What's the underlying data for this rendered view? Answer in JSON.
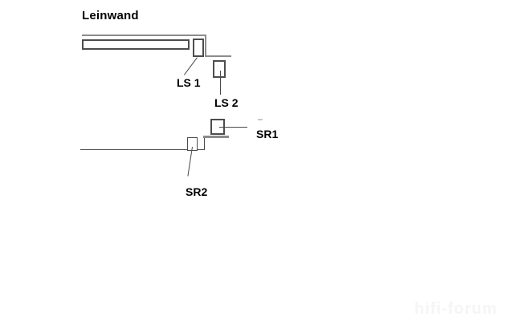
{
  "diagram": {
    "title": "Leinwand",
    "labels": {
      "ls1": "LS 1",
      "ls2": "LS 2",
      "sr1": "SR1",
      "sr2": "SR2"
    },
    "watermark": "hifi-forum",
    "colors": {
      "background": "#ffffff",
      "wall_line": "#8c8c8c",
      "box_border": "#4d4d4d",
      "pointer_line": "#4a4a4a",
      "text": "#000000",
      "watermark": "#f5f5f5"
    }
  }
}
